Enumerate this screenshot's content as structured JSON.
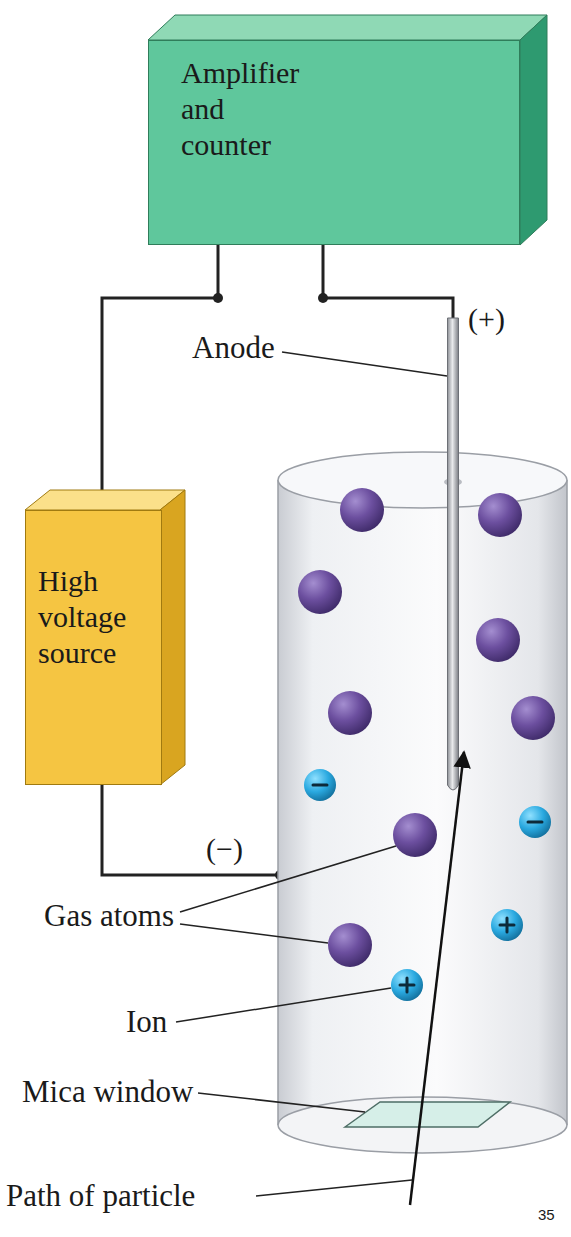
{
  "diagram": {
    "nodes": [
      {
        "text": [
          "Amplifier and counter"
        ]
      },
      {
        "text": [
          "High voltage source"
        ]
      }
    ],
    "edges": [
      {
        "from": 0,
        "to": 1,
        "arrow": "none"
      }
    ],
    "labels": [
      "(+)",
      "Anode",
      "(−)",
      "Gas atoms",
      "Ion",
      "Mica window",
      "Path of particle",
      "35"
    ]
  }
}
